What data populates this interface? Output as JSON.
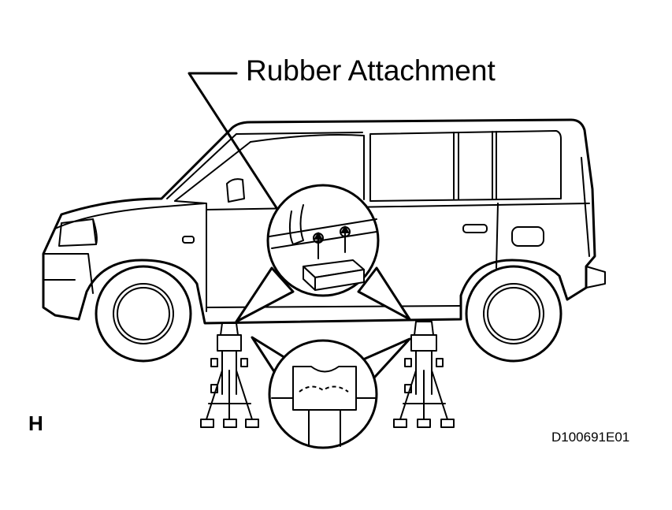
{
  "callout_label": "Rubber Attachment",
  "view_letter": "H",
  "figure_code": "D100691E01"
}
